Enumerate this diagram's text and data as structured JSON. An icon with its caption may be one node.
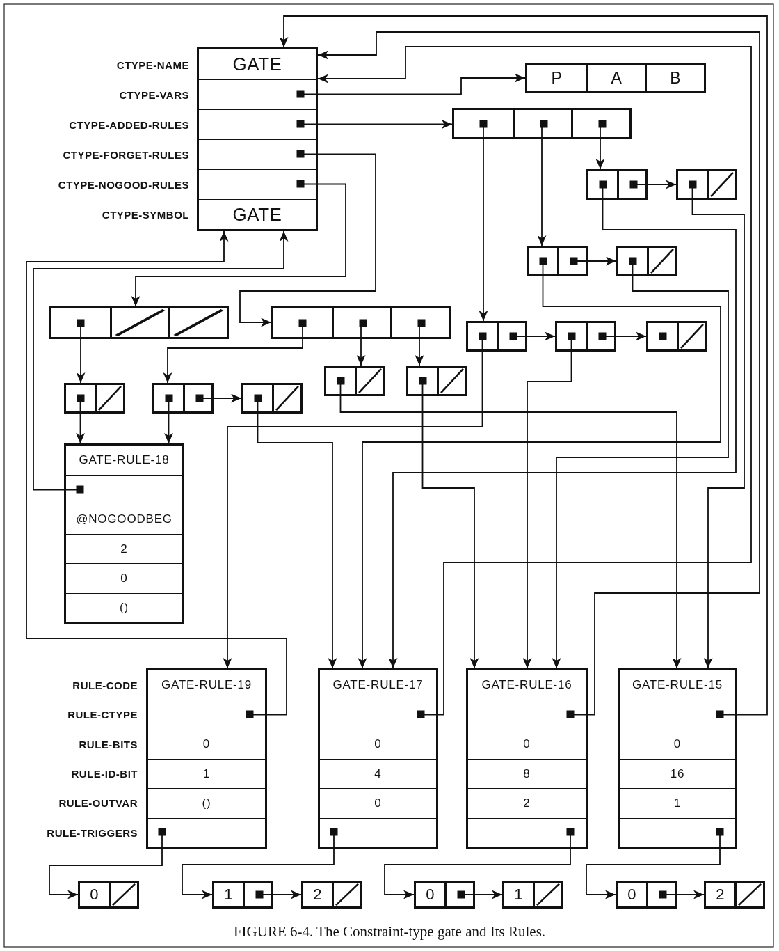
{
  "diagram": {
    "caption": "FIGURE 6-4. The Constraint-type gate and Its Rules.",
    "labels": [
      "CTYPE-NAME",
      "CTYPE-VARS",
      "CTYPE-ADDED-RULES",
      "CTYPE-FORGET-RULES",
      "CTYPE-NOGOOD-RULES",
      "CTYPE-SYMBOL",
      "RULE-CODE",
      "RULE-CTYPE",
      "RULE-BITS",
      "RULE-ID-BIT",
      "RULE-OUTVAR",
      "RULE-TRIGGERS"
    ],
    "nodes": [
      {
        "text": [],
        "shape": "box"
      },
      {
        "text": [
          "GATE"
        ],
        "in": 0
      },
      {
        "text": [],
        "shape": "dot",
        "in": 0
      },
      {
        "text": [],
        "shape": "dot",
        "in": 0
      },
      {
        "text": [],
        "shape": "dot",
        "in": 0
      },
      {
        "text": [],
        "shape": "dot",
        "in": 0
      },
      {
        "text": [
          "GATE"
        ],
        "in": 0
      },
      {
        "text": [],
        "shape": "box"
      },
      {
        "text": [
          "P"
        ],
        "in": 7
      },
      {
        "text": [
          "A"
        ],
        "in": 7
      },
      {
        "text": [
          "B"
        ],
        "in": 7
      },
      {
        "text": [],
        "shape": "box"
      },
      {
        "text": [],
        "shape": "dot",
        "in": 11
      },
      {
        "text": [],
        "shape": "dot",
        "in": 11
      },
      {
        "text": [],
        "shape": "dot",
        "in": 11
      },
      {
        "text": [],
        "shape": "box"
      },
      {
        "text": [],
        "shape": "dot",
        "in": 15
      },
      {
        "text": [],
        "shape": "slash",
        "in": 15
      },
      {
        "text": [],
        "shape": "slash",
        "in": 15
      },
      {
        "text": [],
        "shape": "box"
      },
      {
        "text": [],
        "shape": "dot",
        "in": 19
      },
      {
        "text": [],
        "shape": "dot",
        "in": 19
      },
      {
        "text": [],
        "shape": "dot",
        "in": 19
      },
      {
        "text": [],
        "shape": "box"
      },
      {
        "text": [],
        "shape": "dot",
        "in": 23
      },
      {
        "text": [],
        "shape": "dot",
        "in": 23
      },
      {
        "text": [],
        "shape": "box"
      },
      {
        "text": [],
        "shape": "dot",
        "in": 26
      },
      {
        "text": [],
        "shape": "slash",
        "in": 26
      },
      {
        "text": [],
        "shape": "box"
      },
      {
        "text": [],
        "shape": "dot",
        "in": 29
      },
      {
        "text": [],
        "shape": "dot",
        "in": 29
      },
      {
        "text": [],
        "shape": "box"
      },
      {
        "text": [],
        "shape": "dot",
        "in": 32
      },
      {
        "text": [],
        "shape": "slash",
        "in": 32
      },
      {
        "text": [],
        "shape": "box"
      },
      {
        "text": [],
        "shape": "dot",
        "in": 35
      },
      {
        "text": [],
        "shape": "dot",
        "in": 35
      },
      {
        "text": [],
        "shape": "box"
      },
      {
        "text": [],
        "shape": "dot",
        "in": 38
      },
      {
        "text": [],
        "shape": "dot",
        "in": 38
      },
      {
        "text": [],
        "shape": "box"
      },
      {
        "text": [],
        "shape": "dot",
        "in": 41
      },
      {
        "text": [],
        "shape": "slash",
        "in": 41
      },
      {
        "text": [],
        "shape": "box"
      },
      {
        "text": [],
        "shape": "dot",
        "in": 44
      },
      {
        "text": [],
        "shape": "slash",
        "in": 44
      },
      {
        "text": [],
        "shape": "box"
      },
      {
        "text": [],
        "shape": "dot",
        "in": 47
      },
      {
        "text": [],
        "shape": "slash",
        "in": 47
      },
      {
        "text": [],
        "shape": "box"
      },
      {
        "text": [],
        "shape": "dot",
        "in": 50
      },
      {
        "text": [],
        "shape": "slash",
        "in": 50
      },
      {
        "text": [],
        "shape": "box"
      },
      {
        "text": [],
        "shape": "dot",
        "in": 53
      },
      {
        "text": [],
        "shape": "dot",
        "in": 53
      },
      {
        "text": [],
        "shape": "box"
      },
      {
        "text": [],
        "shape": "dot",
        "in": 56
      },
      {
        "text": [],
        "shape": "slash",
        "in": 56
      },
      {
        "text": [],
        "shape": "box"
      },
      {
        "text": [
          "GATE-RULE-18"
        ],
        "in": 59
      },
      {
        "text": [],
        "shape": "dot",
        "in": 59
      },
      {
        "text": [
          "@NOGOODBEG"
        ],
        "in": 59
      },
      {
        "text": [
          "2"
        ],
        "in": 59
      },
      {
        "text": [
          "0"
        ],
        "in": 59
      },
      {
        "text": [
          "()"
        ],
        "in": 59
      },
      {
        "text": [],
        "shape": "box"
      },
      {
        "text": [
          "GATE-RULE-19"
        ],
        "in": 66
      },
      {
        "text": [],
        "shape": "dot",
        "in": 66
      },
      {
        "text": [
          "0"
        ],
        "in": 66
      },
      {
        "text": [
          "1"
        ],
        "in": 66
      },
      {
        "text": [
          "()"
        ],
        "in": 66
      },
      {
        "text": [],
        "shape": "dot",
        "in": 66
      },
      {
        "text": [],
        "shape": "box"
      },
      {
        "text": [
          "GATE-RULE-17"
        ],
        "in": 73
      },
      {
        "text": [],
        "shape": "dot",
        "in": 73
      },
      {
        "text": [
          "0"
        ],
        "in": 73
      },
      {
        "text": [
          "4"
        ],
        "in": 73
      },
      {
        "text": [
          "0"
        ],
        "in": 73
      },
      {
        "text": [],
        "shape": "dot",
        "in": 73
      },
      {
        "text": [],
        "shape": "box"
      },
      {
        "text": [
          "GATE-RULE-16"
        ],
        "in": 80
      },
      {
        "text": [],
        "shape": "dot",
        "in": 80
      },
      {
        "text": [
          "0"
        ],
        "in": 80
      },
      {
        "text": [
          "8"
        ],
        "in": 80
      },
      {
        "text": [
          "2"
        ],
        "in": 80
      },
      {
        "text": [],
        "shape": "dot",
        "in": 80
      },
      {
        "text": [],
        "shape": "box"
      },
      {
        "text": [
          "GATE-RULE-15"
        ],
        "in": 87
      },
      {
        "text": [],
        "shape": "dot",
        "in": 87
      },
      {
        "text": [
          "0"
        ],
        "in": 87
      },
      {
        "text": [
          "16"
        ],
        "in": 87
      },
      {
        "text": [
          "1"
        ],
        "in": 87
      },
      {
        "text": [],
        "shape": "dot",
        "in": 87
      },
      {
        "text": [],
        "shape": "box"
      },
      {
        "text": [
          "0"
        ],
        "in": 94
      },
      {
        "text": [],
        "shape": "slash",
        "in": 94
      },
      {
        "text": [],
        "shape": "box"
      },
      {
        "text": [
          "1"
        ],
        "in": 97
      },
      {
        "text": [],
        "shape": "dot",
        "in": 97
      },
      {
        "text": [],
        "shape": "box"
      },
      {
        "text": [
          "2"
        ],
        "in": 100
      },
      {
        "text": [],
        "shape": "slash",
        "in": 100
      },
      {
        "text": [],
        "shape": "box"
      },
      {
        "text": [
          "0"
        ],
        "in": 103
      },
      {
        "text": [],
        "shape": "dot",
        "in": 103
      },
      {
        "text": [],
        "shape": "box"
      },
      {
        "text": [
          "1"
        ],
        "in": 106
      },
      {
        "text": [],
        "shape": "slash",
        "in": 106
      },
      {
        "text": [],
        "shape": "box"
      },
      {
        "text": [
          "0"
        ],
        "in": 109
      },
      {
        "text": [],
        "shape": "dot",
        "in": 109
      },
      {
        "text": [],
        "shape": "box"
      },
      {
        "text": [
          "2"
        ],
        "in": 112
      },
      {
        "text": [],
        "shape": "slash",
        "in": 112
      }
    ],
    "edges": [
      {
        "from": 2,
        "to": 7,
        "arrow": "to"
      },
      {
        "from": 3,
        "to": 11,
        "arrow": "to"
      },
      {
        "from": 4,
        "to": 19,
        "arrow": "to"
      },
      {
        "from": 5,
        "to": 15,
        "arrow": "to"
      },
      {
        "from": 12,
        "to": 35,
        "arrow": "to"
      },
      {
        "from": 13,
        "to": 29,
        "arrow": "to"
      },
      {
        "from": 14,
        "to": 23,
        "arrow": "to"
      },
      {
        "from": 25,
        "to": 26,
        "arrow": "to"
      },
      {
        "from": 31,
        "to": 32,
        "arrow": "to"
      },
      {
        "from": 37,
        "to": 38,
        "arrow": "to"
      },
      {
        "from": 40,
        "to": 41,
        "arrow": "to"
      },
      {
        "from": 16,
        "to": 50,
        "arrow": "to"
      },
      {
        "from": 20,
        "to": 53,
        "arrow": "to"
      },
      {
        "from": 21,
        "to": 44,
        "arrow": "to"
      },
      {
        "from": 22,
        "to": 47,
        "arrow": "to"
      },
      {
        "from": 55,
        "to": 56,
        "arrow": "to"
      },
      {
        "from": 51,
        "to": 59,
        "arrow": "to"
      },
      {
        "from": 54,
        "to": 59,
        "arrow": "to"
      },
      {
        "from": 57,
        "to": 73,
        "arrow": "to"
      },
      {
        "from": 36,
        "to": 66,
        "arrow": "to"
      },
      {
        "from": 39,
        "to": 80,
        "arrow": "to"
      },
      {
        "from": 30,
        "to": 73,
        "arrow": "to"
      },
      {
        "from": 33,
        "to": 80,
        "arrow": "to"
      },
      {
        "from": 24,
        "to": 73,
        "arrow": "to"
      },
      {
        "from": 27,
        "to": 87,
        "arrow": "to"
      },
      {
        "from": 45,
        "to": 87,
        "arrow": "to"
      },
      {
        "from": 48,
        "to": 80,
        "arrow": "to"
      },
      {
        "from": 61,
        "to": 0,
        "arrow": "to"
      },
      {
        "from": 68,
        "to": 0,
        "arrow": "to"
      },
      {
        "from": 75,
        "to": 0,
        "arrow": "to"
      },
      {
        "from": 82,
        "to": 0,
        "arrow": "to"
      },
      {
        "from": 89,
        "to": 0,
        "arrow": "to"
      },
      {
        "from": 72,
        "to": 94,
        "arrow": "to"
      },
      {
        "from": 79,
        "to": 97,
        "arrow": "to"
      },
      {
        "from": 99,
        "to": 100,
        "arrow": "to"
      },
      {
        "from": 86,
        "to": 103,
        "arrow": "to"
      },
      {
        "from": 105,
        "to": 106,
        "arrow": "to"
      },
      {
        "from": 93,
        "to": 109,
        "arrow": "to"
      },
      {
        "from": 111,
        "to": 112,
        "arrow": "to"
      }
    ]
  }
}
